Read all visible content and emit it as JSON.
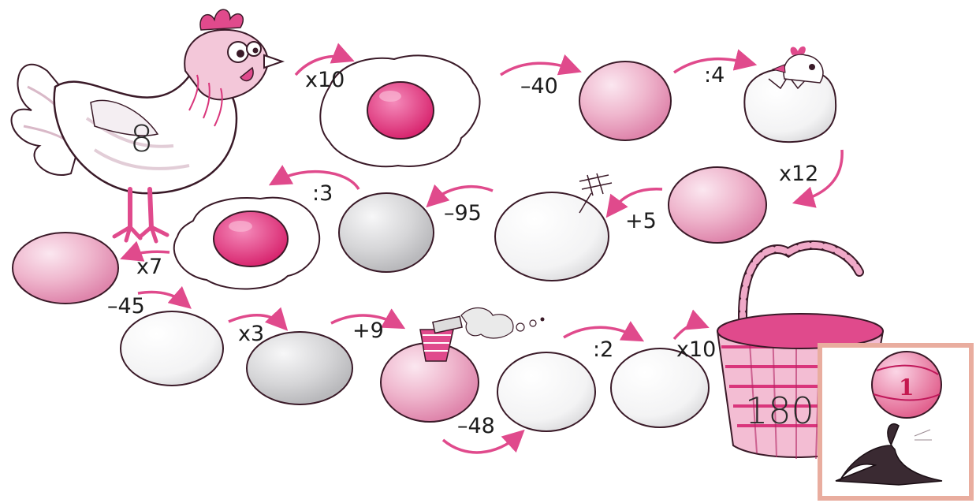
{
  "puzzle": {
    "start_value": "8",
    "end_value": "180",
    "badge_number": "1"
  },
  "operations": [
    {
      "id": "op1",
      "text": "x10"
    },
    {
      "id": "op2",
      "text": "–40"
    },
    {
      "id": "op3",
      "text": ":4"
    },
    {
      "id": "op4",
      "text": "x12"
    },
    {
      "id": "op5",
      "text": "+5"
    },
    {
      "id": "op6",
      "text": "–95"
    },
    {
      "id": "op7",
      "text": ":3"
    },
    {
      "id": "op8",
      "text": "x7"
    },
    {
      "id": "op9",
      "text": "–45"
    },
    {
      "id": "op10",
      "text": "x3"
    },
    {
      "id": "op11",
      "text": "+9"
    },
    {
      "id": "op12",
      "text": "–48"
    },
    {
      "id": "op13",
      "text": ":2"
    },
    {
      "id": "op14",
      "text": "x10"
    }
  ],
  "colors": {
    "pink": "#e04a8c",
    "light_pink": "#f1bcd3",
    "grey_egg": "#d5d5d7",
    "outline": "#3a1a28",
    "frame": "#e9ad9f"
  }
}
